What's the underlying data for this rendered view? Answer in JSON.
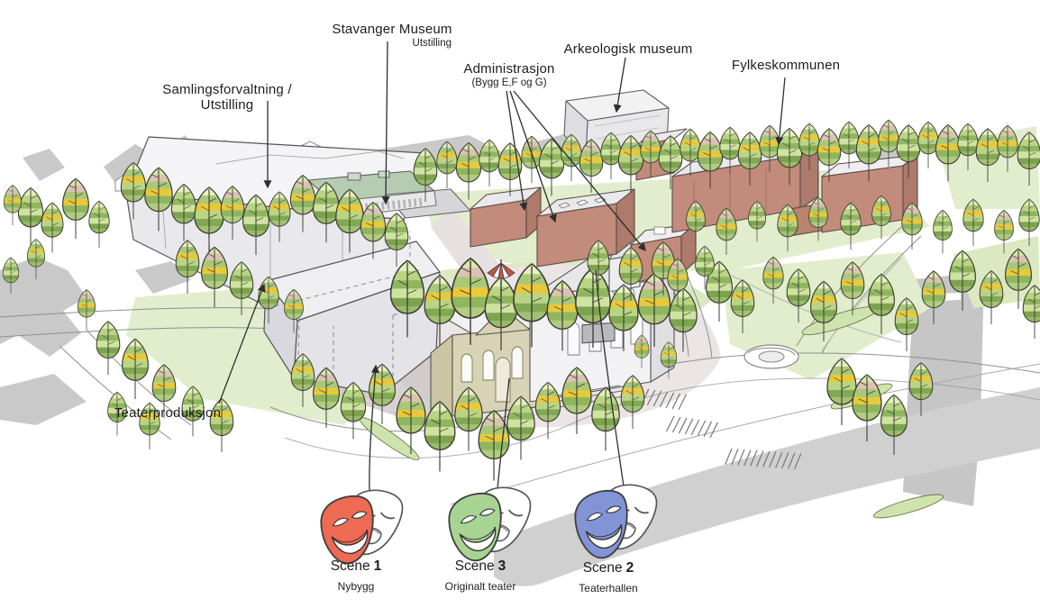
{
  "diagram": {
    "type": "illustrated-site-plan",
    "labels": {
      "stavanger_museum": {
        "title": "Stavanger Museum",
        "subtitle": "Utstilling"
      },
      "samlingsforvaltning": {
        "title": "Samlingsforvaltning / Utstilling"
      },
      "administrasjon": {
        "title": "Administrasjon",
        "subtitle": "(Bygg E,F og G)"
      },
      "arkeologisk_museum": {
        "title": "Arkeologisk museum"
      },
      "fylkeskommunen": {
        "title": "Fylkeskommunen"
      },
      "teaterproduksjon": {
        "title": "Teaterproduksjon"
      }
    },
    "scenes": [
      {
        "label": "Scene",
        "number": "1",
        "subtitle": "Nybygg",
        "mask_color": "#ee6a53"
      },
      {
        "label": "Scene",
        "number": "3",
        "subtitle": "Originalt teater",
        "mask_color": "#a8d493"
      },
      {
        "label": "Scene",
        "number": "2",
        "subtitle": "Teaterhallen",
        "mask_color": "#8394d6"
      }
    ],
    "palette": {
      "brick_building": "#c28b7b",
      "brick_side": "#ad7a6c",
      "museum_building": "#e9e9ed",
      "green_roof": "#b6ccb1",
      "theater_facade": "#d9d3b5",
      "lawn": "#e2edcd",
      "tree_green": "#a9c878",
      "tree_yellow": "#e9c93a",
      "road_gray": "#d2d2d2",
      "umbrella_red": "#cc5143"
    }
  }
}
